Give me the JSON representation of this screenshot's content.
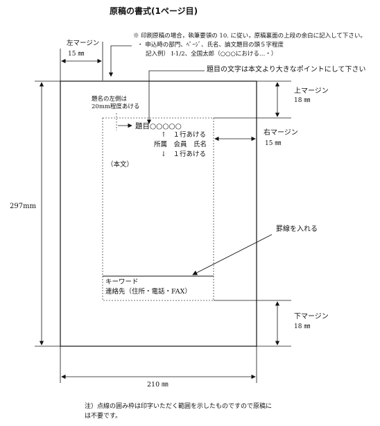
{
  "title": "原稿の書式(1ページ目)",
  "notes": {
    "line1": "※ 印刷原稿の場合，執筆要領の 10. に従い，原稿裏面の上段の余白に記入して下さい。",
    "line2": "・ 申込時の部門、ﾍﾟｰｼﾞ、氏名、論文題目の頭５字程度",
    "line3": "記入例） Ⅰ-1/2、全国太郎（○○○における…・）"
  },
  "left_margin": {
    "label": "左マージン",
    "value": "15 ㎜"
  },
  "title_font_note": "題目の文字は本文より大きなポイントにして下さい",
  "top_margin": {
    "label": "上マージン",
    "value": "18 ㎜"
  },
  "right_margin": {
    "label": "右マージン",
    "value": "15 ㎜"
  },
  "bottom_margin": {
    "label": "下マージン",
    "value": "18 ㎜"
  },
  "height_dim": "297mm",
  "width_dim": "210 ㎜",
  "indent_note": {
    "line1": "題名の左側は",
    "line2": "20mm程度あける"
  },
  "content": {
    "title_line": "題目○○○○○",
    "gap1": "↑　１行あける",
    "affiliation": "所属　会員　氏名",
    "gap2": "↓　１行あける",
    "body": "（本文）",
    "keyword": "キーワード",
    "contact": "連絡先（住所・電話・FAX）"
  },
  "ruled_line_note": "罫線を入れる",
  "footnote": {
    "line1": "注）点線の囲み枠は印字いただく範囲を示したものですので原稿に",
    "line2": "は不要です。"
  }
}
